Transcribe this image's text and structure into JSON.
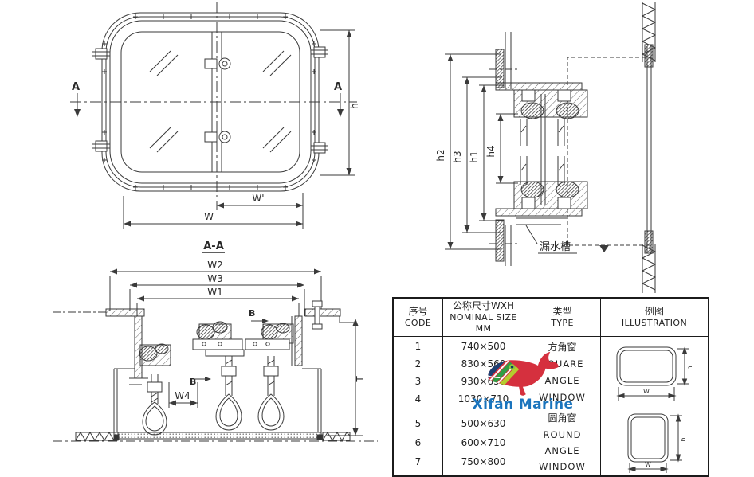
{
  "app": {
    "background": "#ffffff",
    "line_color": "#3a3a3a"
  },
  "front_view": {
    "label_a_left": "A",
    "label_a_right": "A",
    "dim_h": "h",
    "dim_w": "W",
    "dim_w_prime": "W'"
  },
  "section_view": {
    "dim_h2": "h2",
    "dim_h3": "h3",
    "dim_h1": "h1",
    "dim_h4": "h4",
    "drain_label": "漏水槽"
  },
  "aa_view": {
    "title": "A-A",
    "dim_w2": "W2",
    "dim_w3": "W3",
    "dim_w1": "W1",
    "dim_w4": "W4",
    "dim_t": "T",
    "label_b_top": "B",
    "label_b_bottom": "B"
  },
  "table": {
    "headers": {
      "code_zh": "序号",
      "code_en": "CODE",
      "size_zh": "公称尺寸WXH",
      "size_en": "NOMINAL SIZE",
      "size_unit": "MM",
      "type_zh": "类型",
      "type_en": "TYPE",
      "illus_zh": "例图",
      "illus_en": "ILLUSTRATION"
    },
    "groups": [
      {
        "codes": [
          "1",
          "2",
          "3",
          "4"
        ],
        "sizes": [
          "740×500",
          "830×560",
          "930×630",
          "1030×710"
        ],
        "type_zh": "方角窗",
        "type_en_lines": [
          "SQUARE",
          "ANGLE",
          "WINDOW"
        ]
      },
      {
        "codes": [
          "5",
          "6",
          "7"
        ],
        "sizes": [
          "500×630",
          "600×710",
          "750×800"
        ],
        "type_zh": "圆角窗",
        "type_en_lines": [
          "ROUND",
          "ANGLE",
          "WINDOW"
        ]
      }
    ],
    "illus_dim_h": "h",
    "illus_dim_w": "W"
  },
  "watermark": {
    "text": "Xifan Marine",
    "text_color": "#1a74bd",
    "whale_body_color": "#d5303e",
    "stripe_colors": [
      "#1d3f72",
      "#2f9e44",
      "#b5cc2e"
    ]
  }
}
